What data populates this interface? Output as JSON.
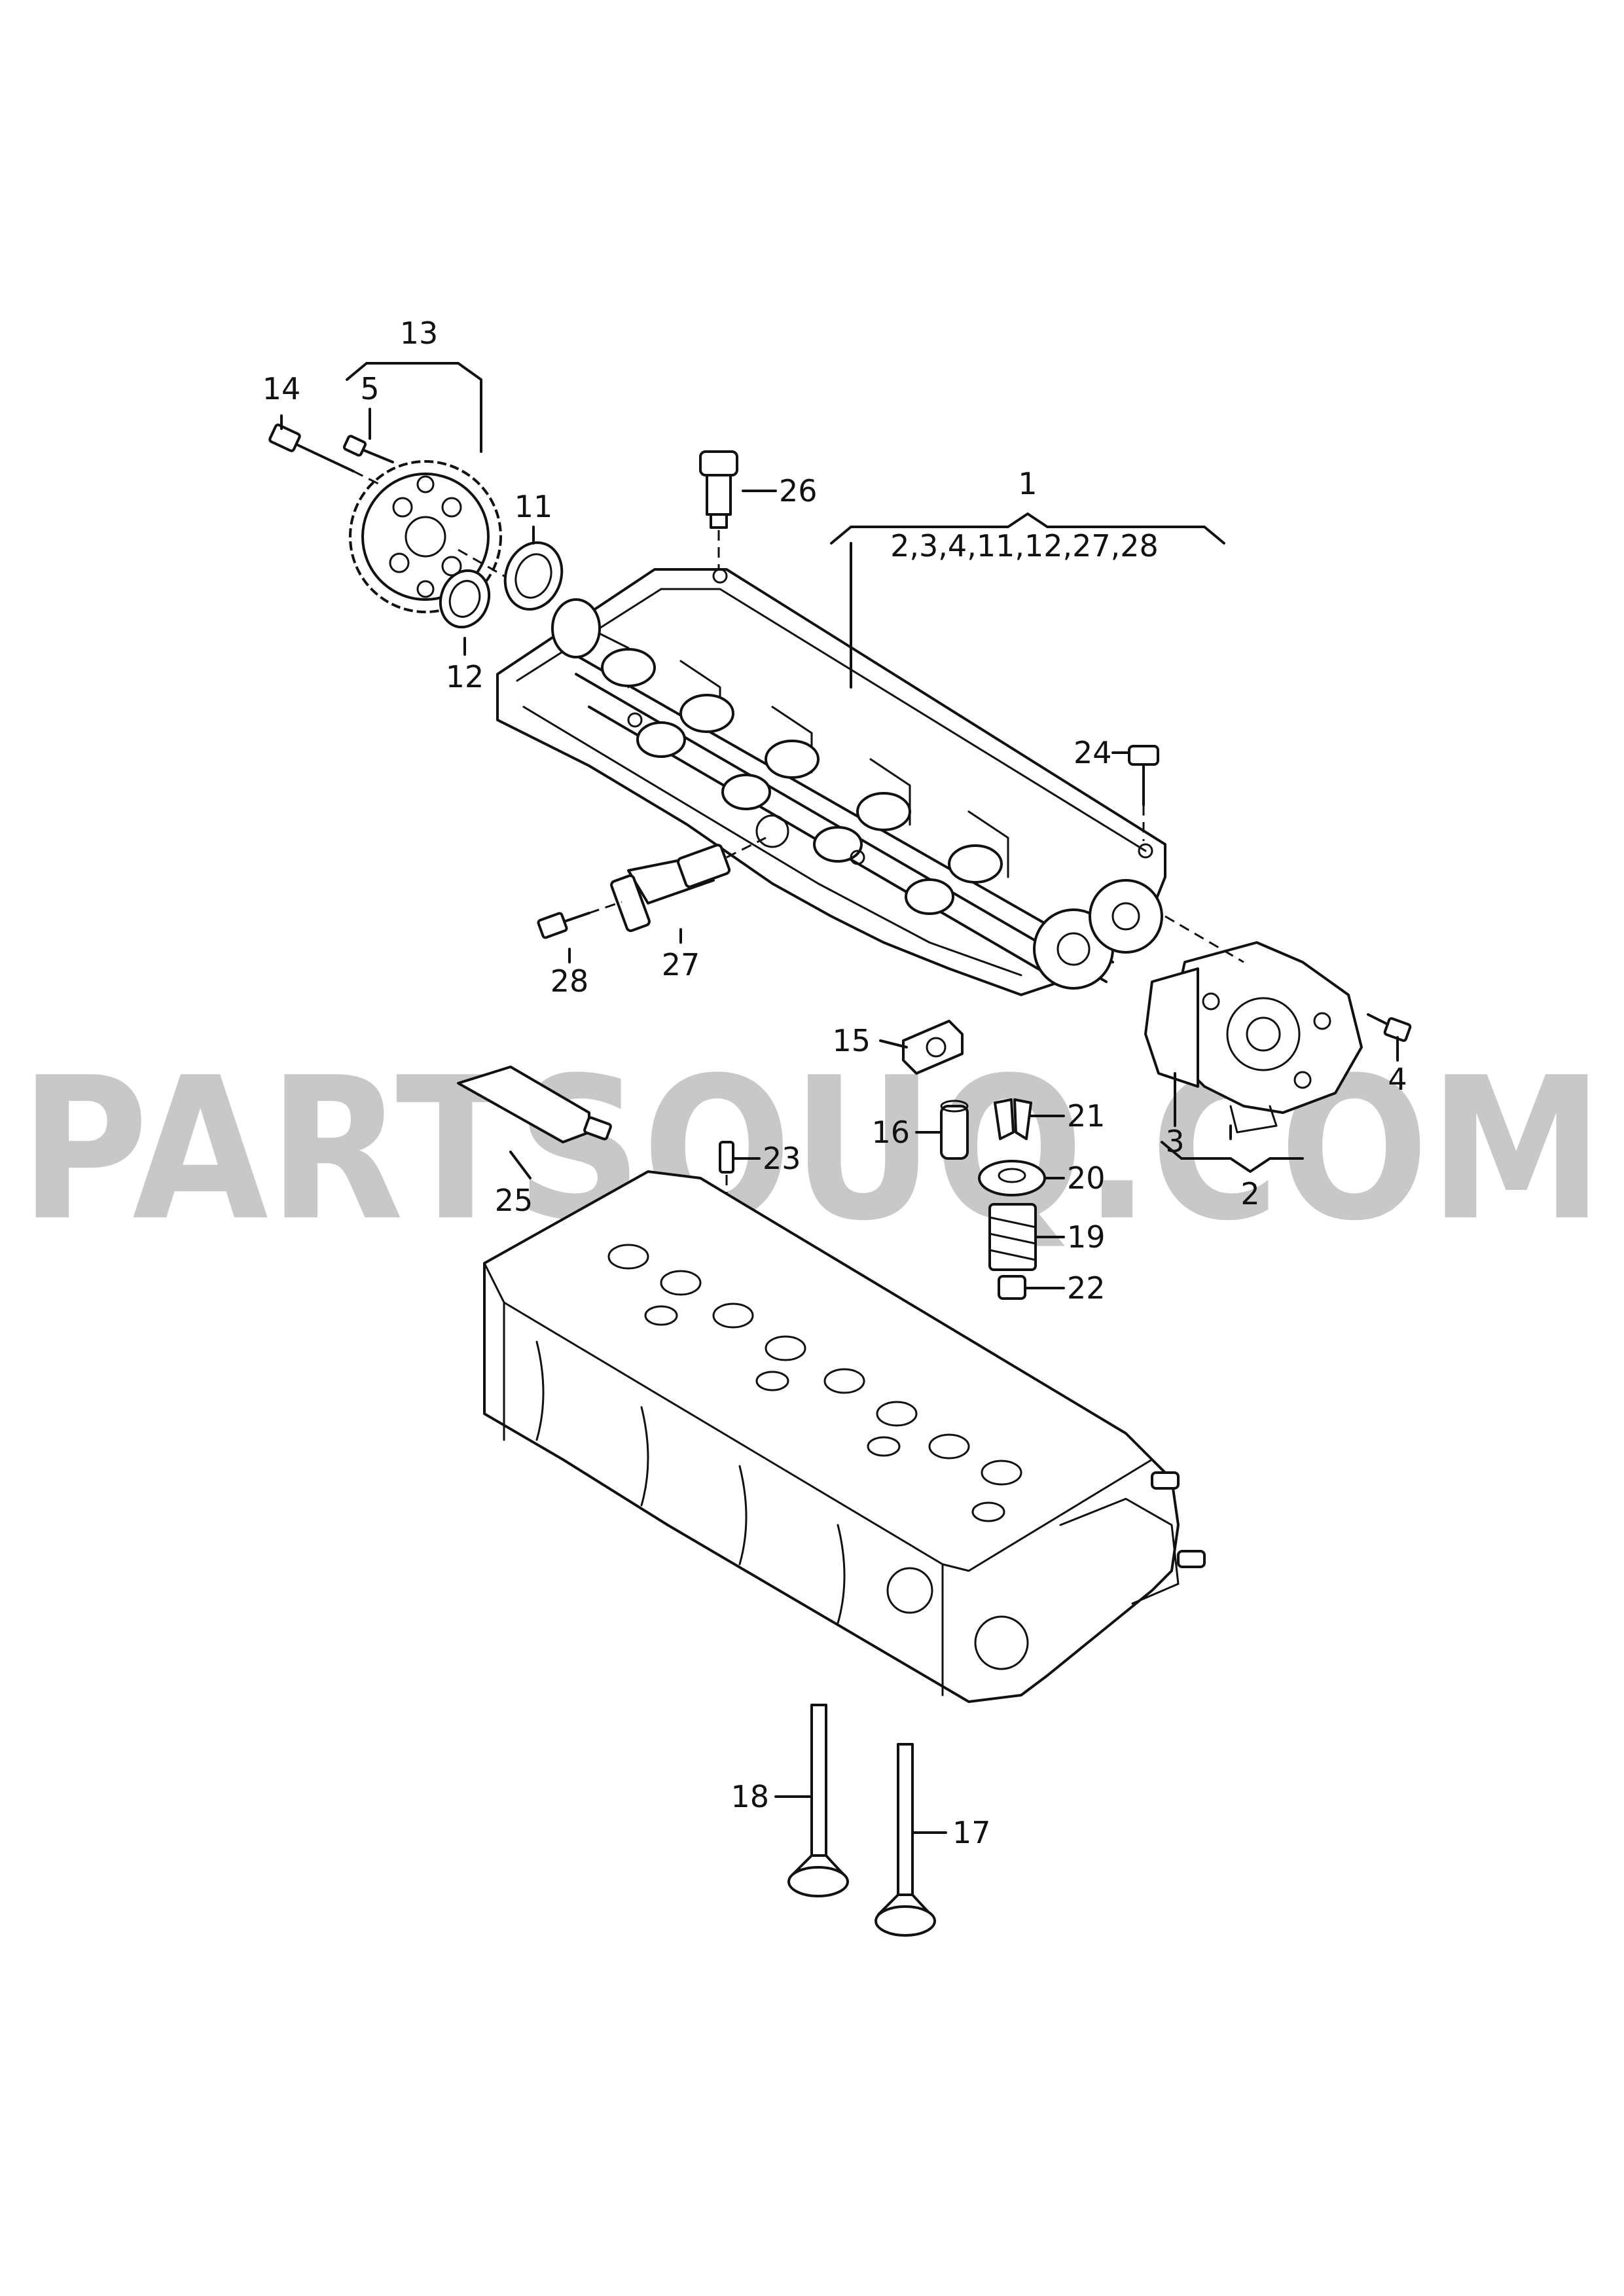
{
  "watermark": "PARTSOUQ.COM",
  "callouts": {
    "c1": "1",
    "c1_sub": "2,3,4,11,12,27,28",
    "c2": "2",
    "c3": "3",
    "c4": "4",
    "c5": "5",
    "c11": "11",
    "c12": "12",
    "c13": "13",
    "c14": "14",
    "c15": "15",
    "c16": "16",
    "c17": "17",
    "c18": "18",
    "c19": "19",
    "c20": "20",
    "c21": "21",
    "c22": "22",
    "c23": "23",
    "c24": "24",
    "c25": "25",
    "c26": "26",
    "c27": "27",
    "c28": "28"
  }
}
